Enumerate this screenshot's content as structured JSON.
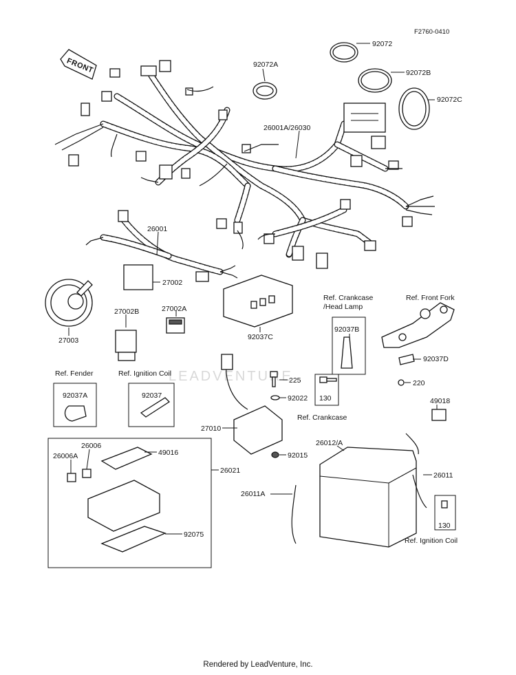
{
  "figure_code": "F2760-0410",
  "front_arrow": "FRONT",
  "watermark": "LEADVENTURE",
  "credit": "Rendered by LeadVenture, Inc.",
  "parts": {
    "p92072": "92072",
    "p92072A": "92072A",
    "p92072B": "92072B",
    "p92072C": "92072C",
    "p26001A_26030": "26001A/26030",
    "p26001": "26001",
    "p27002": "27002",
    "p27003": "27003",
    "p27002B": "27002B",
    "p27002A": "27002A",
    "p92037C": "92037C",
    "p92037B": "92037B",
    "p92037D": "92037D",
    "p220": "220",
    "p92037A": "92037A",
    "p92037": "92037",
    "p225": "225",
    "p92022": "92022",
    "p130a": "130",
    "p27010": "27010",
    "p92015": "92015",
    "p49018": "49018",
    "p26006": "26006",
    "p26006A": "26006A",
    "p49016": "49016",
    "p26021": "26021",
    "p26012A": "26012/A",
    "p26011": "26011",
    "p26011A": "26011A",
    "p92075": "92075",
    "p130b": "130"
  },
  "refs": {
    "crankcase_head_lamp_1": "Ref. Crankcase",
    "crankcase_head_lamp_2": "/Head Lamp",
    "front_fork": "Ref. Front Fork",
    "fender": "Ref. Fender",
    "ignition_coil_1": "Ref. Ignition Coil",
    "crankcase": "Ref. Crankcase",
    "ignition_coil_2": "Ref. Ignition Coil"
  }
}
